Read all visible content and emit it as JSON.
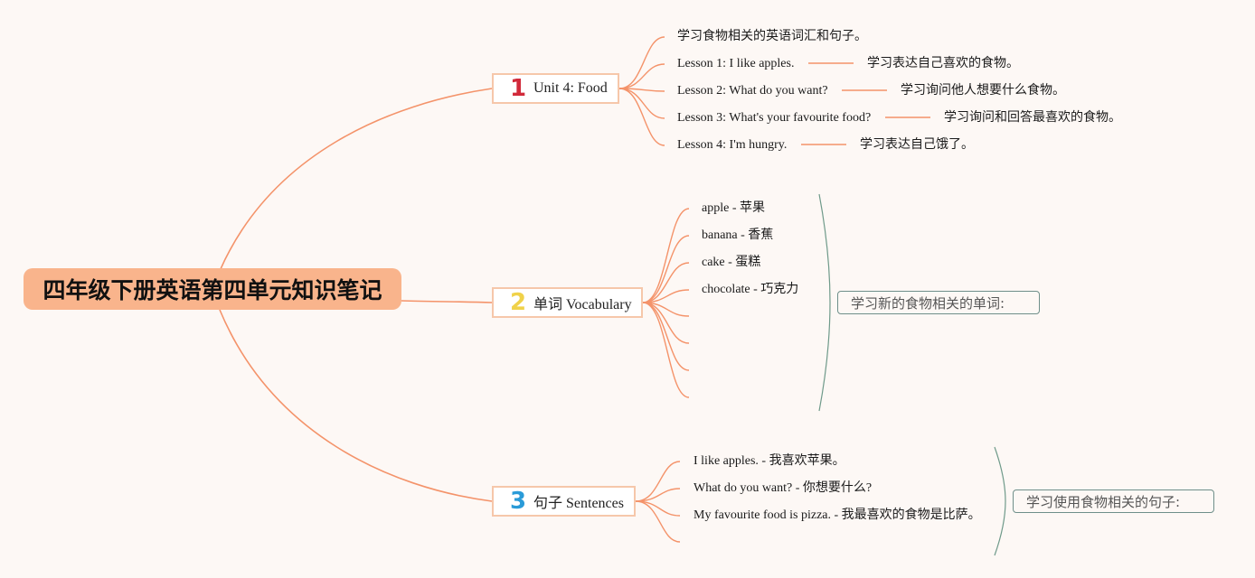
{
  "root": {
    "title": "四年级下册英语第四单元知识笔记"
  },
  "branches": [
    {
      "num": "1",
      "num_color": "#d12a3a",
      "title": "Unit 4: Food",
      "items": [
        {
          "text": "学习食物相关的英语词汇和句子。"
        },
        {
          "text": "Lesson 1: I like apples.",
          "note": "学习表达自己喜欢的食物。"
        },
        {
          "text": "Lesson 2: What do you want?",
          "note": "学习询问他人想要什么食物。"
        },
        {
          "text": "Lesson 3: What's your favourite food?",
          "note": "学习询问和回答最喜欢的食物。"
        },
        {
          "text": "Lesson 4: I'm hungry.",
          "note": "学习表达自己饿了。"
        }
      ]
    },
    {
      "num": "2",
      "num_color": "#f0d24a",
      "title": "单词 Vocabulary",
      "items": [
        {
          "text": "apple - 苹果"
        },
        {
          "text": "banana - 香蕉"
        },
        {
          "text": "cake - 蛋糕"
        },
        {
          "text": "chocolate - 巧克力"
        },
        {
          "text": ""
        },
        {
          "text": ""
        },
        {
          "text": ""
        },
        {
          "text": ""
        }
      ],
      "summary": "学习新的食物相关的单词:"
    },
    {
      "num": "3",
      "num_color": "#2a9bd8",
      "title": "句子 Sentences",
      "items": [
        {
          "text": "I like apples. - 我喜欢苹果。"
        },
        {
          "text": "What do you want? - 你想要什么?"
        },
        {
          "text": "My favourite food is pizza. - 我最喜欢的食物是比萨。"
        },
        {
          "text": ""
        }
      ],
      "summary": "学习使用食物相关的句子:"
    }
  ],
  "colors": {
    "connector": "#f4936a",
    "bracket": "#6f9a8a",
    "branch_border": "#f6c7aa",
    "root_fill": "#f9b48c"
  }
}
